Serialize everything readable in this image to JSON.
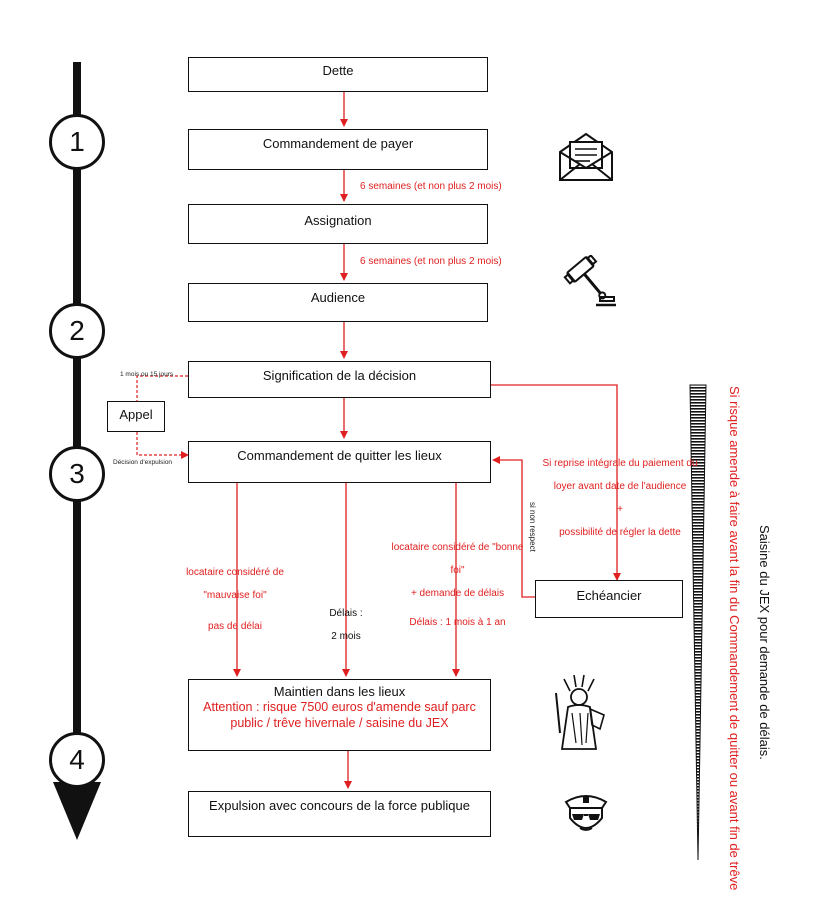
{
  "steps": [
    "1",
    "2",
    "3",
    "4"
  ],
  "boxes": {
    "dette": "Dette",
    "commandement_payer": "Commandement de payer",
    "assignation": "Assignation",
    "audience": "Audience",
    "signification": "Signification de la décision",
    "appel": "Appel",
    "commandement_quitter": "Commandement de quitter les lieux",
    "echeancier": "Echéancier",
    "maintien": {
      "title": "Maintien dans les lieux",
      "warning": "Attention : risque 7500 euros d'amende sauf parc public / trêve hivernale / saisine du JEX"
    },
    "expulsion": "Expulsion avec concours de la force publique"
  },
  "delays": {
    "after_commandement": "6 semaines (et non plus 2 mois)",
    "after_assignation": "6 semaines (et non plus 2 mois)"
  },
  "appeal": {
    "delay": "1 mois ou 15 jours",
    "decision": "Décision d'expulsion"
  },
  "reprise": {
    "line1": "Si reprise intégrale du paiement du",
    "line2": "loyer avant date de l'audience",
    "plus": "+",
    "line3": "possibilité de régler la dette"
  },
  "si_non_respect": "si non respect",
  "branches": {
    "mauvaise_foi": {
      "line1": "locataire considéré de",
      "line2": "\"mauvaise foi\"",
      "line3": "pas de délai"
    },
    "delais_2_mois": {
      "line1": "Délais :",
      "line2": "2 mois"
    },
    "bonne_foi": {
      "line1": "locataire considéré de \"bonne",
      "line2": "foi\"",
      "line3": "+ demande de délais",
      "line4": "Délais : 1 mois à 1 an"
    }
  },
  "side": {
    "jex": "Saisine du JEX pour demande de délais.",
    "risque": "Si risque amende à faire avant la fin du Commandement de quitter ou avant fin de trêve"
  },
  "colors": {
    "accent": "#e02020",
    "line": "#111111"
  },
  "icons": [
    "envelope-icon",
    "gavel-icon",
    "liberty-statue-icon",
    "police-officer-icon"
  ]
}
